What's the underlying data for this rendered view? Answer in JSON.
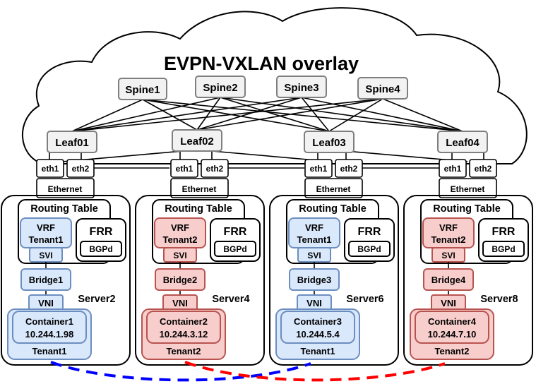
{
  "diagram": {
    "title": "EVPN-VXLAN overlay",
    "spines": [
      "Spine1",
      "Spine2",
      "Spine3",
      "Spine4"
    ],
    "leaves": [
      "Leaf01",
      "Leaf02",
      "Leaf03",
      "Leaf04"
    ],
    "ports": {
      "eth1": "eth1",
      "eth2": "eth2"
    },
    "ethernet_label": "Ethernet",
    "routing_table_label": "Routing Table",
    "frr_label": "FRR",
    "bgpd_label": "BGPd",
    "svi_label": "SVI",
    "vni_label": "VNI",
    "servers": [
      {
        "name": "Server2",
        "vrf": "VRF",
        "tenant_vrf": "Tenant1",
        "bridge": "Bridge1",
        "container": "Container1",
        "ip": "10.244.1.98",
        "tenant": "Tenant1",
        "color": "blue"
      },
      {
        "name": "Server4",
        "vrf": "VRF",
        "tenant_vrf": "Tenant2",
        "bridge": "Bridge2",
        "container": "Container2",
        "ip": "10.244.3.12",
        "tenant": "Tenant2",
        "color": "red"
      },
      {
        "name": "Server6",
        "vrf": "VRF",
        "tenant_vrf": "Tenant1",
        "bridge": "Bridge3",
        "container": "Container3",
        "ip": "10.244.5.4",
        "tenant": "Tenant1",
        "color": "blue"
      },
      {
        "name": "Server8",
        "vrf": "VRF",
        "tenant_vrf": "Tenant2",
        "bridge": "Bridge4",
        "container": "Container4",
        "ip": "10.244.7.10",
        "tenant": "Tenant2",
        "color": "red"
      }
    ],
    "colors": {
      "blue_fill": "#dae8fc",
      "blue_stroke": "#6c8ebf",
      "red_fill": "#f8cecc",
      "red_stroke": "#b85450",
      "node_fill": "#f2f2f2",
      "node_stroke": "#7f7f7f",
      "blue_link": "#0000ff",
      "red_link": "#ff0000"
    }
  }
}
